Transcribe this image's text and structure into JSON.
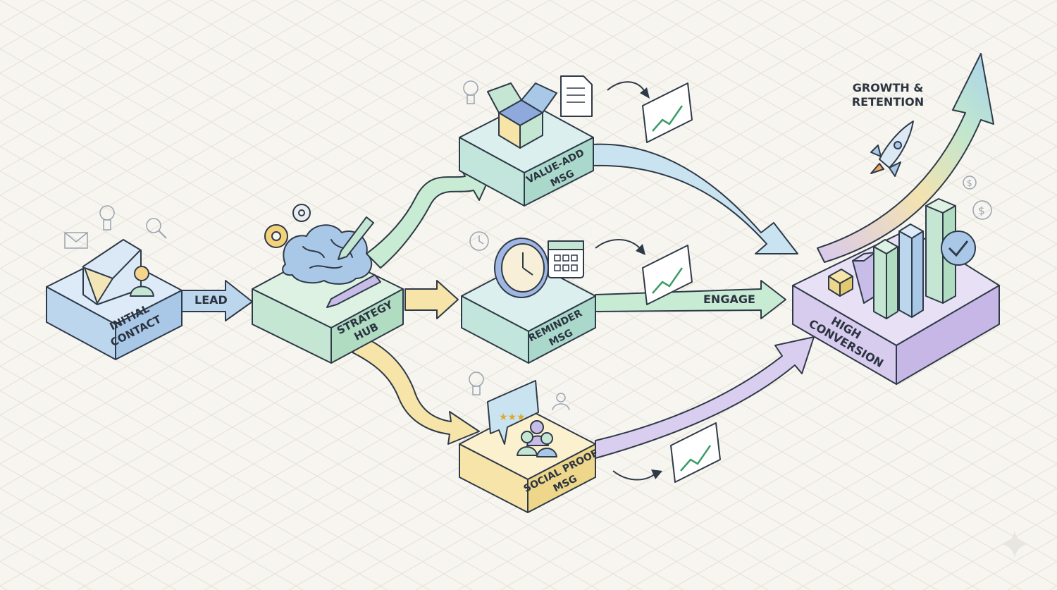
{
  "nodes": {
    "initial_contact": {
      "line1": "INITIAL",
      "line2": "CONTACT"
    },
    "strategy_hub": {
      "line1": "STRATEGY",
      "line2": "HUB"
    },
    "value_add": {
      "line1": "VALUE-ADD",
      "line2": "MSG"
    },
    "reminder": {
      "line1": "REMINDER",
      "line2": "MSG"
    },
    "social_proof": {
      "line1": "SOCIAL PROOF",
      "line2": "MSG"
    },
    "high_conversion": {
      "line1": "HIGH",
      "line2": "CONVERSION"
    }
  },
  "arrows": {
    "lead": "LEAD",
    "engage": "ENGAGE"
  },
  "growth": {
    "line1": "GROWTH &",
    "line2": "RETENTION"
  },
  "icons": [
    "envelope-icon",
    "lightbulb-icon",
    "magnifier-icon",
    "person-icon",
    "gear-icon",
    "brain-icon",
    "pencil-icon",
    "box-icon",
    "document-icon",
    "chart-card-icon",
    "clock-icon",
    "calendar-icon",
    "rating-bubble-icon",
    "people-icon",
    "bar-chart-icon",
    "checkmark-icon",
    "rocket-icon",
    "dollar-icon",
    "sparkle-icon"
  ],
  "colors": {
    "blue": "#bcd6ee",
    "green": "#c4e6d2",
    "teal": "#c3e6dc",
    "yellow": "#f6e7b3",
    "purple": "#d7cbee",
    "outline": "#2f3a48"
  }
}
